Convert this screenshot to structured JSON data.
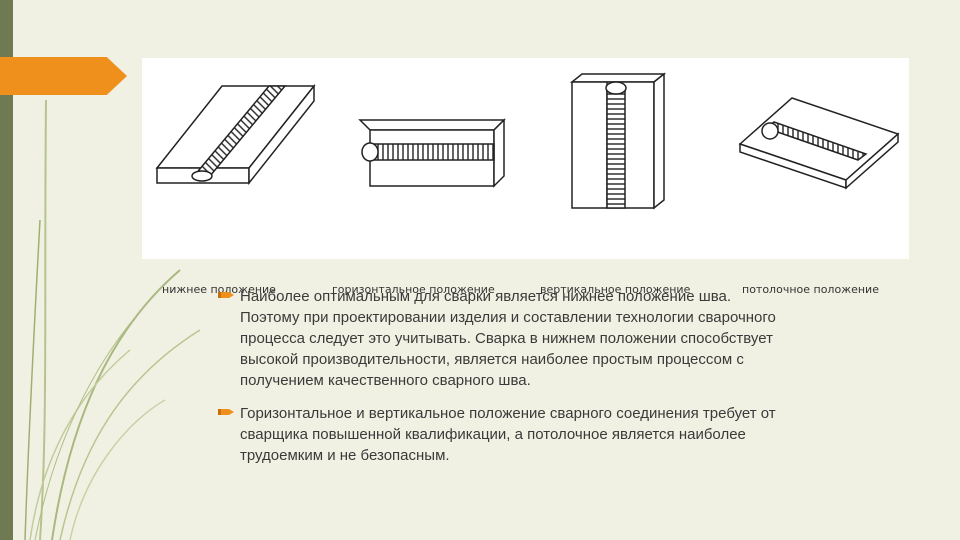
{
  "figure": {
    "captions": [
      "нижнее положение",
      "горизонтальное положение",
      "вертикальное положение",
      "потолочное положение"
    ]
  },
  "bullets": [
    "Наиболее оптимальным для сварки является нижнее положение шва.\nПоэтому при проектировании изделия и составлении технологии сварочного\nпроцесса следует это учитывать. Сварка в нижнем положении способствует\nвысокой производительности, является наиболее простым процессом с\nполучением качественного сварного шва.",
    "Горизонтальное и вертикальное положение сварного соединения требует от\nсварщика повышенной квалификации, а потолочное является наиболее\nтрудоемким и не безопасным."
  ],
  "colors": {
    "background": "#f1f1e3",
    "side_bar": "#6f7a52",
    "accent": "#ef8f1c",
    "bullet_icon": "#ef8f1c"
  },
  "icons": {
    "bullet": "pencil-icon"
  }
}
